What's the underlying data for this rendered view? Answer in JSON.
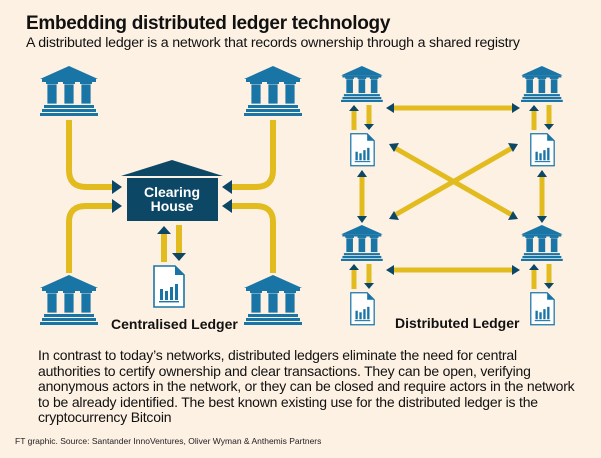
{
  "header": {
    "title": "Embedding distributed ledger technology",
    "subtitle": "A distributed ledger is a network that records ownership through a shared registry"
  },
  "colors": {
    "background": "#fdf1e3",
    "bank_blue": "#1a75a7",
    "navy": "#0d4766",
    "connector_yellow": "#e2bb1f"
  },
  "centralised": {
    "label": "Centralised Ledger",
    "hub_line1": "Clearing",
    "hub_line2": "House",
    "nodes": [
      "bank-top-left",
      "bank-top-right",
      "bank-bottom-left",
      "bank-bottom-right"
    ],
    "icons": {
      "node": "bank-icon",
      "hub": "clearing-house-icon",
      "ledger": "ledger-document-icon"
    }
  },
  "distributed": {
    "label": "Distributed Ledger",
    "nodes": [
      "bank-top-left",
      "bank-top-right",
      "bank-bottom-left",
      "bank-bottom-right"
    ],
    "icons": {
      "node": "bank-icon",
      "ledger": "ledger-document-icon"
    }
  },
  "body": {
    "text": "In contrast to today’s networks, distributed ledgers eliminate the need for central authorities to certify ownership and clear transactions. They can be open, verifying anonymous actors in the network, or they can be closed and require actors in the network to be already identified. The best known existing use for the distributed ledger is the cryptocurrency Bitcoin"
  },
  "footer": {
    "source": "FT graphic. Source: Santander InnoVentures, Oliver Wyman & Anthemis Partners"
  }
}
